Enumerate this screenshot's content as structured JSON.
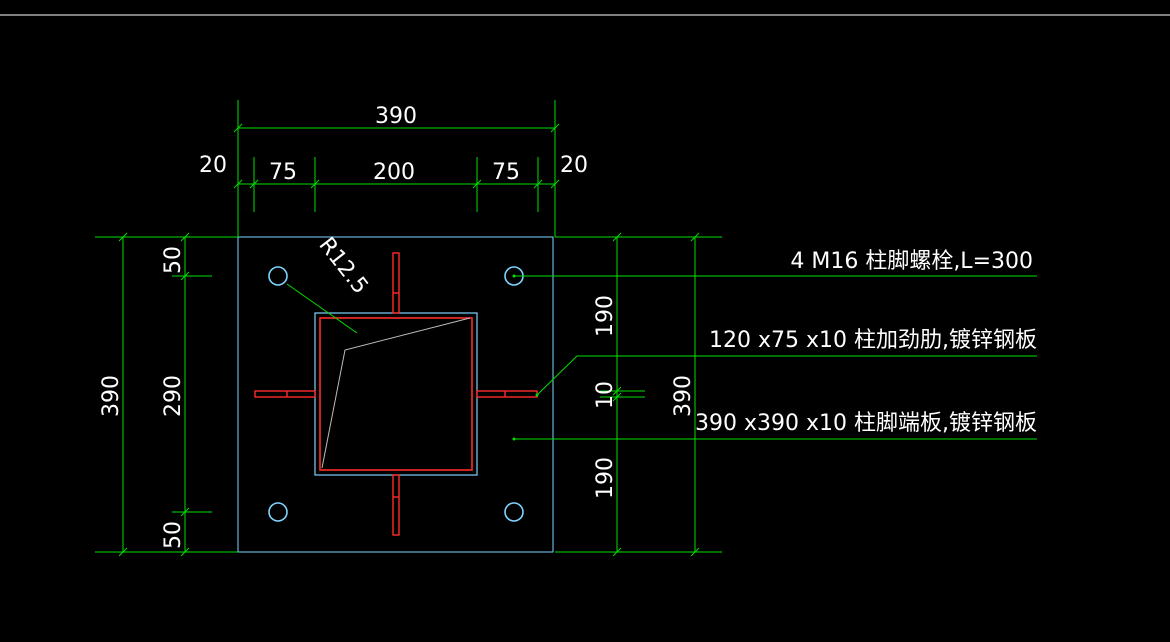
{
  "dimensions": {
    "top_overall": "390",
    "top_left_edge": "20",
    "top_left_seg": "75",
    "top_mid_seg": "200",
    "top_right_seg": "75",
    "top_right_edge": "20",
    "left_overall": "390",
    "left_top_seg": "50",
    "left_mid_seg": "290",
    "left_bot_seg": "50",
    "right_top_seg": "190",
    "right_mid_seg": "10",
    "right_bot_seg": "190",
    "right_overall": "390",
    "radius": "R12.5"
  },
  "notes": {
    "bolts": "4 M16 柱脚螺栓,L=300",
    "stiffener": "120 x75 x10 柱加劲肋,镀锌钢板",
    "base_plate": "390 x390 x10 柱脚端板,镀锌钢板"
  },
  "colors": {
    "background": "#000000",
    "dimension": "#00e000",
    "plate_outline": "#7fd3ff",
    "stiffener": "#ff2a2a",
    "text": "#ffffff"
  }
}
